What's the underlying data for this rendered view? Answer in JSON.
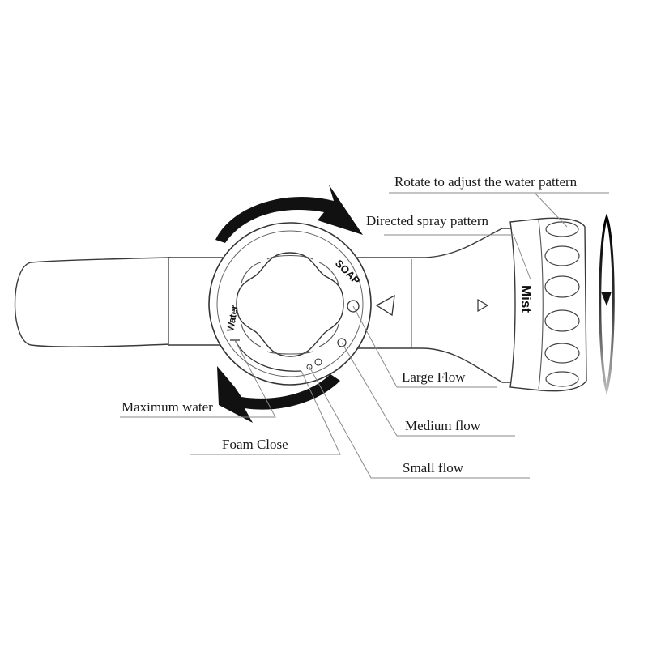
{
  "diagram": {
    "callouts": {
      "rotate": "Rotate to adjust the water pattern",
      "directed": "Directed spray pattern",
      "large_flow": "Large Flow",
      "medium_flow": "Medium flow",
      "small_flow": "Small flow",
      "maximum_water": "Maximum water",
      "foam_close": "Foam Close"
    },
    "dial_labels": {
      "soap": "SOAP",
      "water": "Water",
      "mist": "Mist"
    },
    "colors": {
      "outline": "#3a3a3a",
      "arrow": "#111111",
      "leader": "#8a8a8a",
      "text": "#1a1a1a"
    }
  }
}
